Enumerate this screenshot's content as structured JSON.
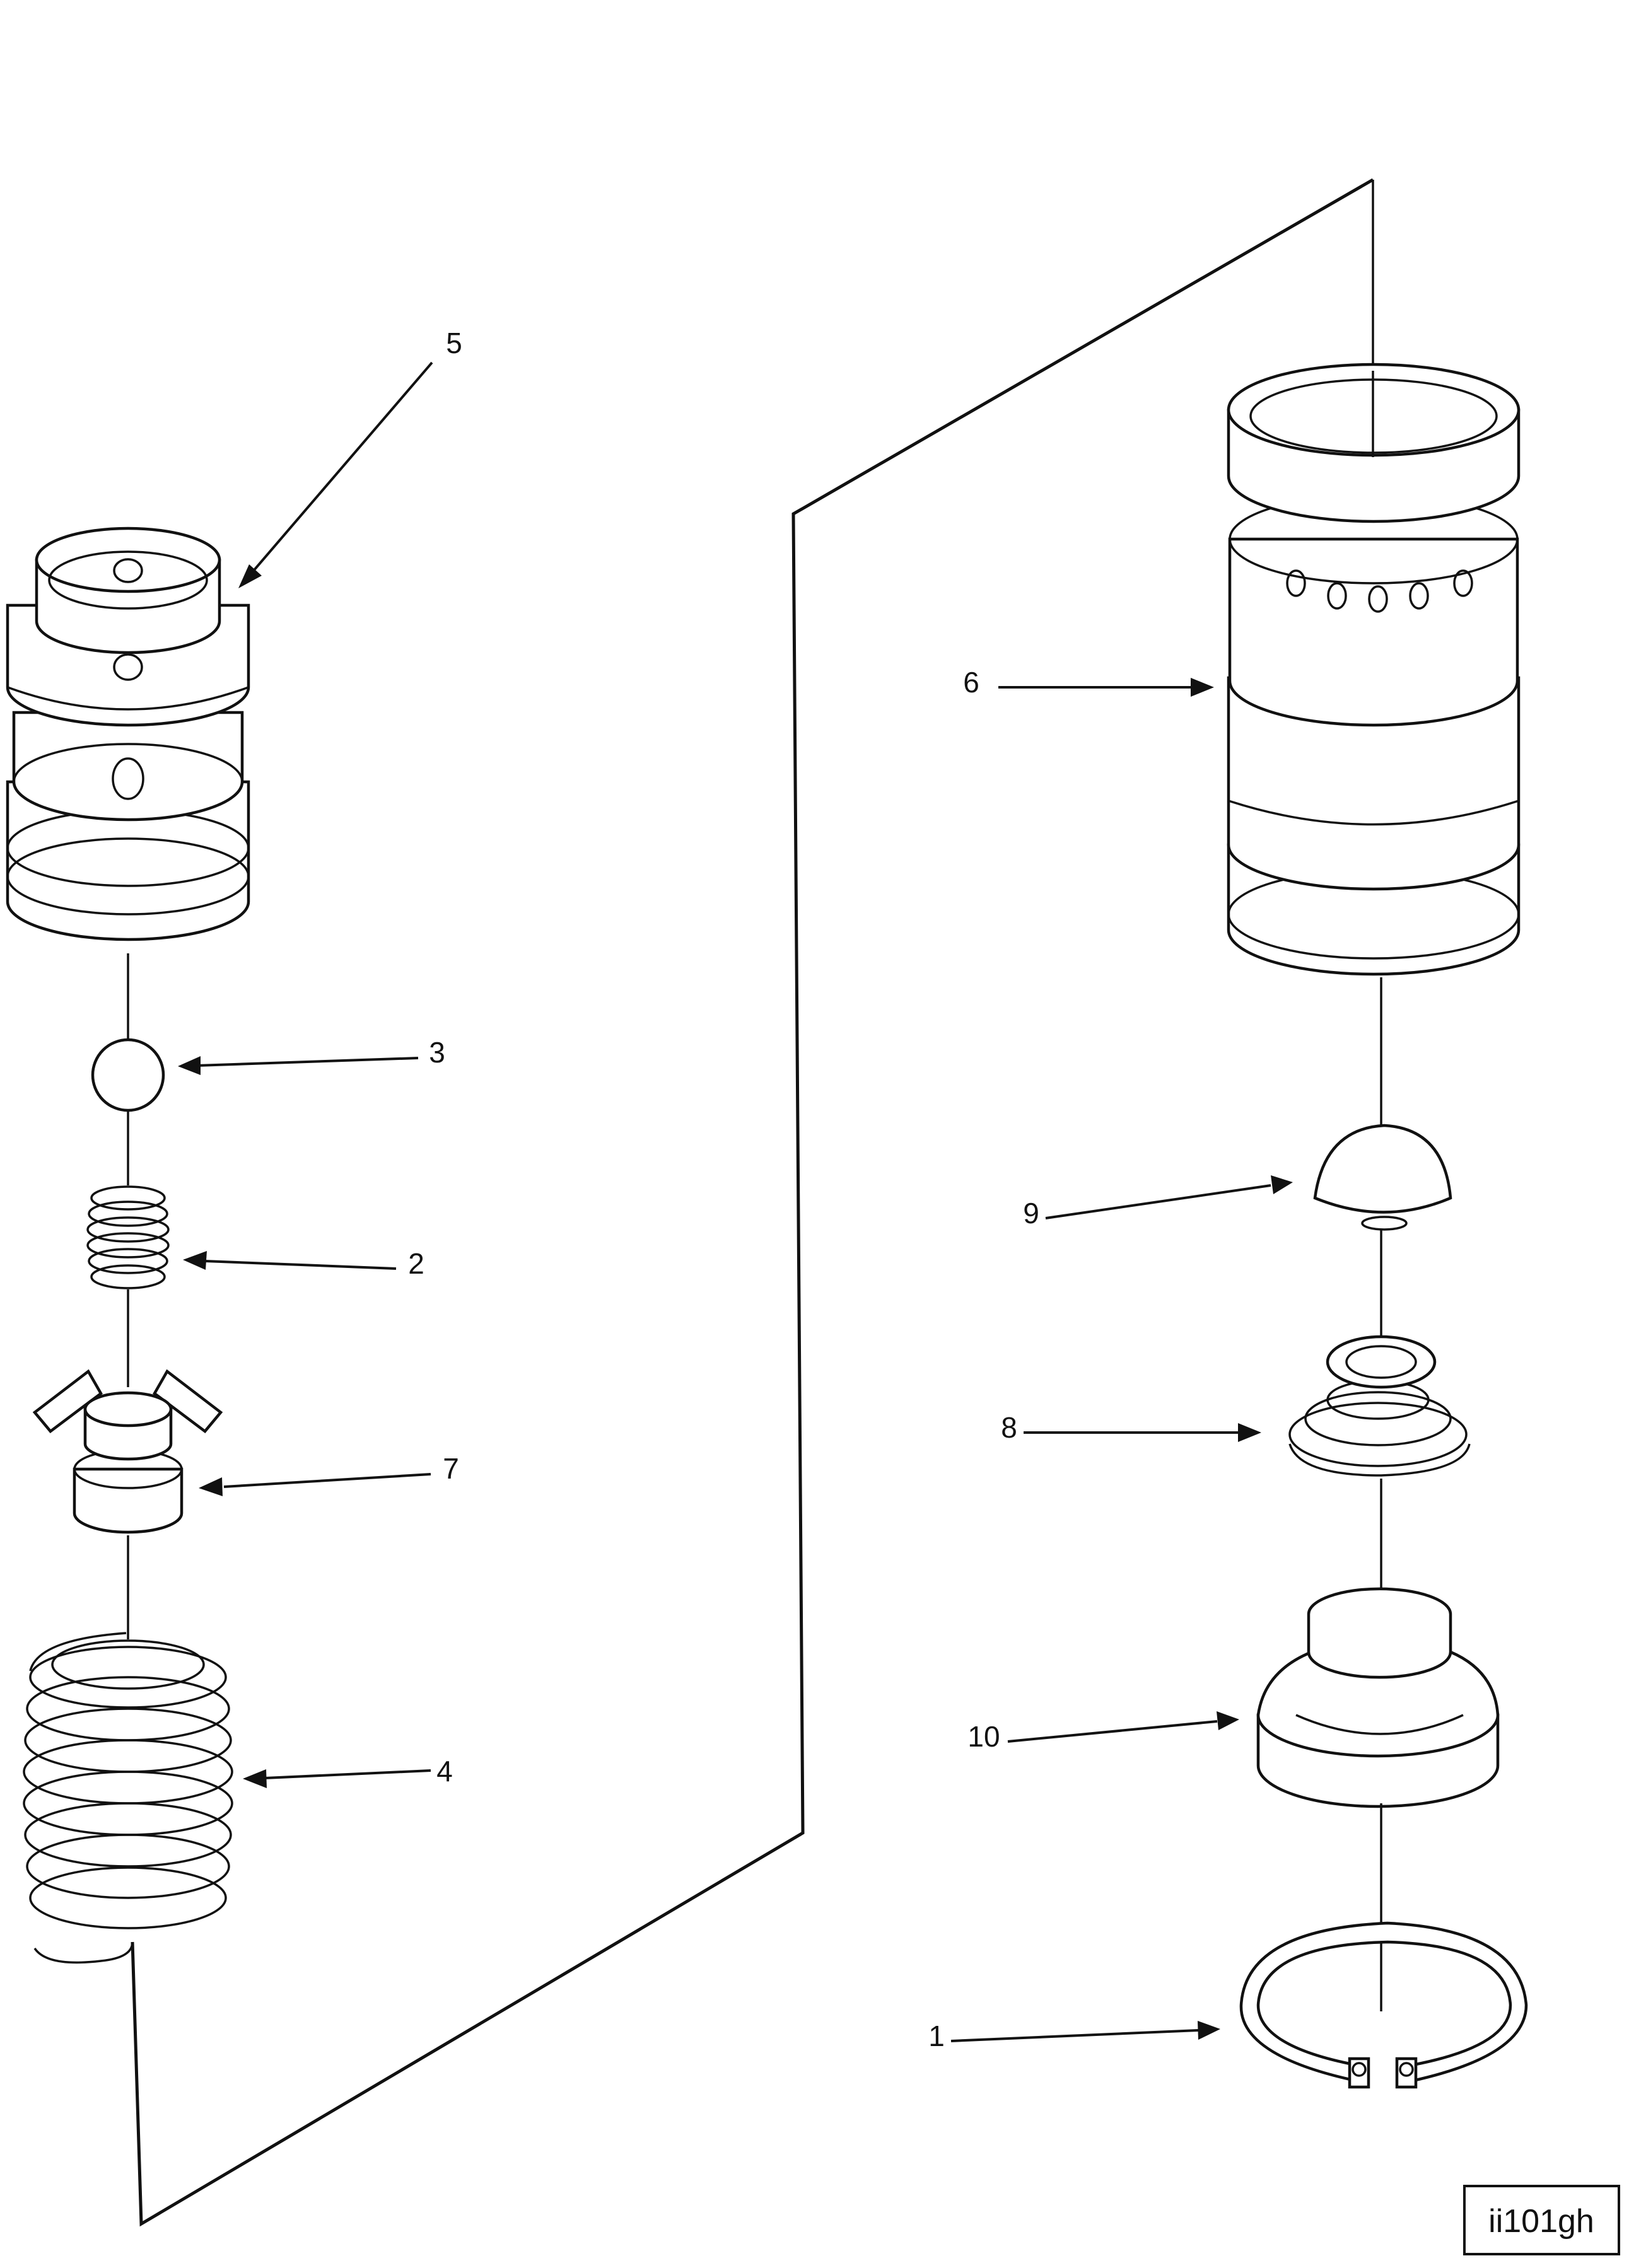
{
  "diagram": {
    "figure_id": "ii101gh",
    "callouts": [
      {
        "id": "callout-5",
        "label": "5"
      },
      {
        "id": "callout-3",
        "label": "3"
      },
      {
        "id": "callout-2",
        "label": "2"
      },
      {
        "id": "callout-7",
        "label": "7"
      },
      {
        "id": "callout-4",
        "label": "4"
      },
      {
        "id": "callout-6",
        "label": "6"
      },
      {
        "id": "callout-9",
        "label": "9"
      },
      {
        "id": "callout-8",
        "label": "8"
      },
      {
        "id": "callout-10",
        "label": "10"
      },
      {
        "id": "callout-1",
        "label": "1"
      }
    ]
  }
}
